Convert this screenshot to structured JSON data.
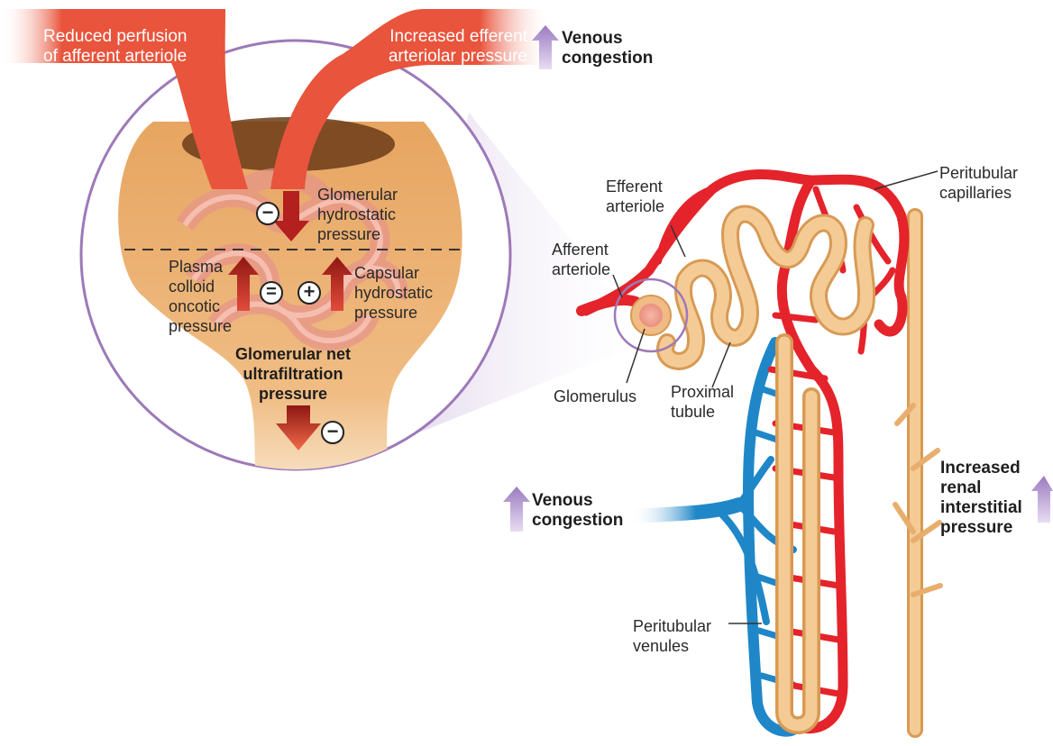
{
  "labels": {
    "reduced_perfusion": "Reduced perfusion\nof afferent arteriole",
    "increased_efferent": "Increased efferent\narteriolar pressure",
    "venous_congestion_top": "Venous\ncongestion",
    "glomerular_hydrostatic": "Glomerular\nhydrostatic\npressure",
    "plasma_colloid": "Plasma\ncolloid\noncotic\npressure",
    "capsular_hydrostatic": "Capsular\nhydrostatic\npressure",
    "net_ultrafiltration": "Glomerular net\nultrafiltration\npressure",
    "efferent_arteriole": "Efferent\narteriole",
    "afferent_arteriole": "Afferent\narteriole",
    "peritubular_capillaries": "Peritubular\ncapillaries",
    "glomerulus": "Glomerulus",
    "proximal_tubule": "Proximal\ntubule",
    "venous_congestion_mid": "Venous\ncongestion",
    "increased_renal": "Increased\nrenal\ninterstitial\npressure",
    "peritubular_venules": "Peritubular\nvenules"
  },
  "signs": {
    "minus": "−",
    "equals": "=",
    "plus": "+"
  },
  "colors": {
    "artery_red": "#e5232b",
    "vein_blue": "#1f87c8",
    "tubule_tan": "#f2c48c",
    "capsule_tan": "#e9a55e",
    "magnifier_purple": "#9d79b8",
    "arrow_dark_red": "#b3201e",
    "congestion_arrow_purple": "#9b7bc0"
  }
}
